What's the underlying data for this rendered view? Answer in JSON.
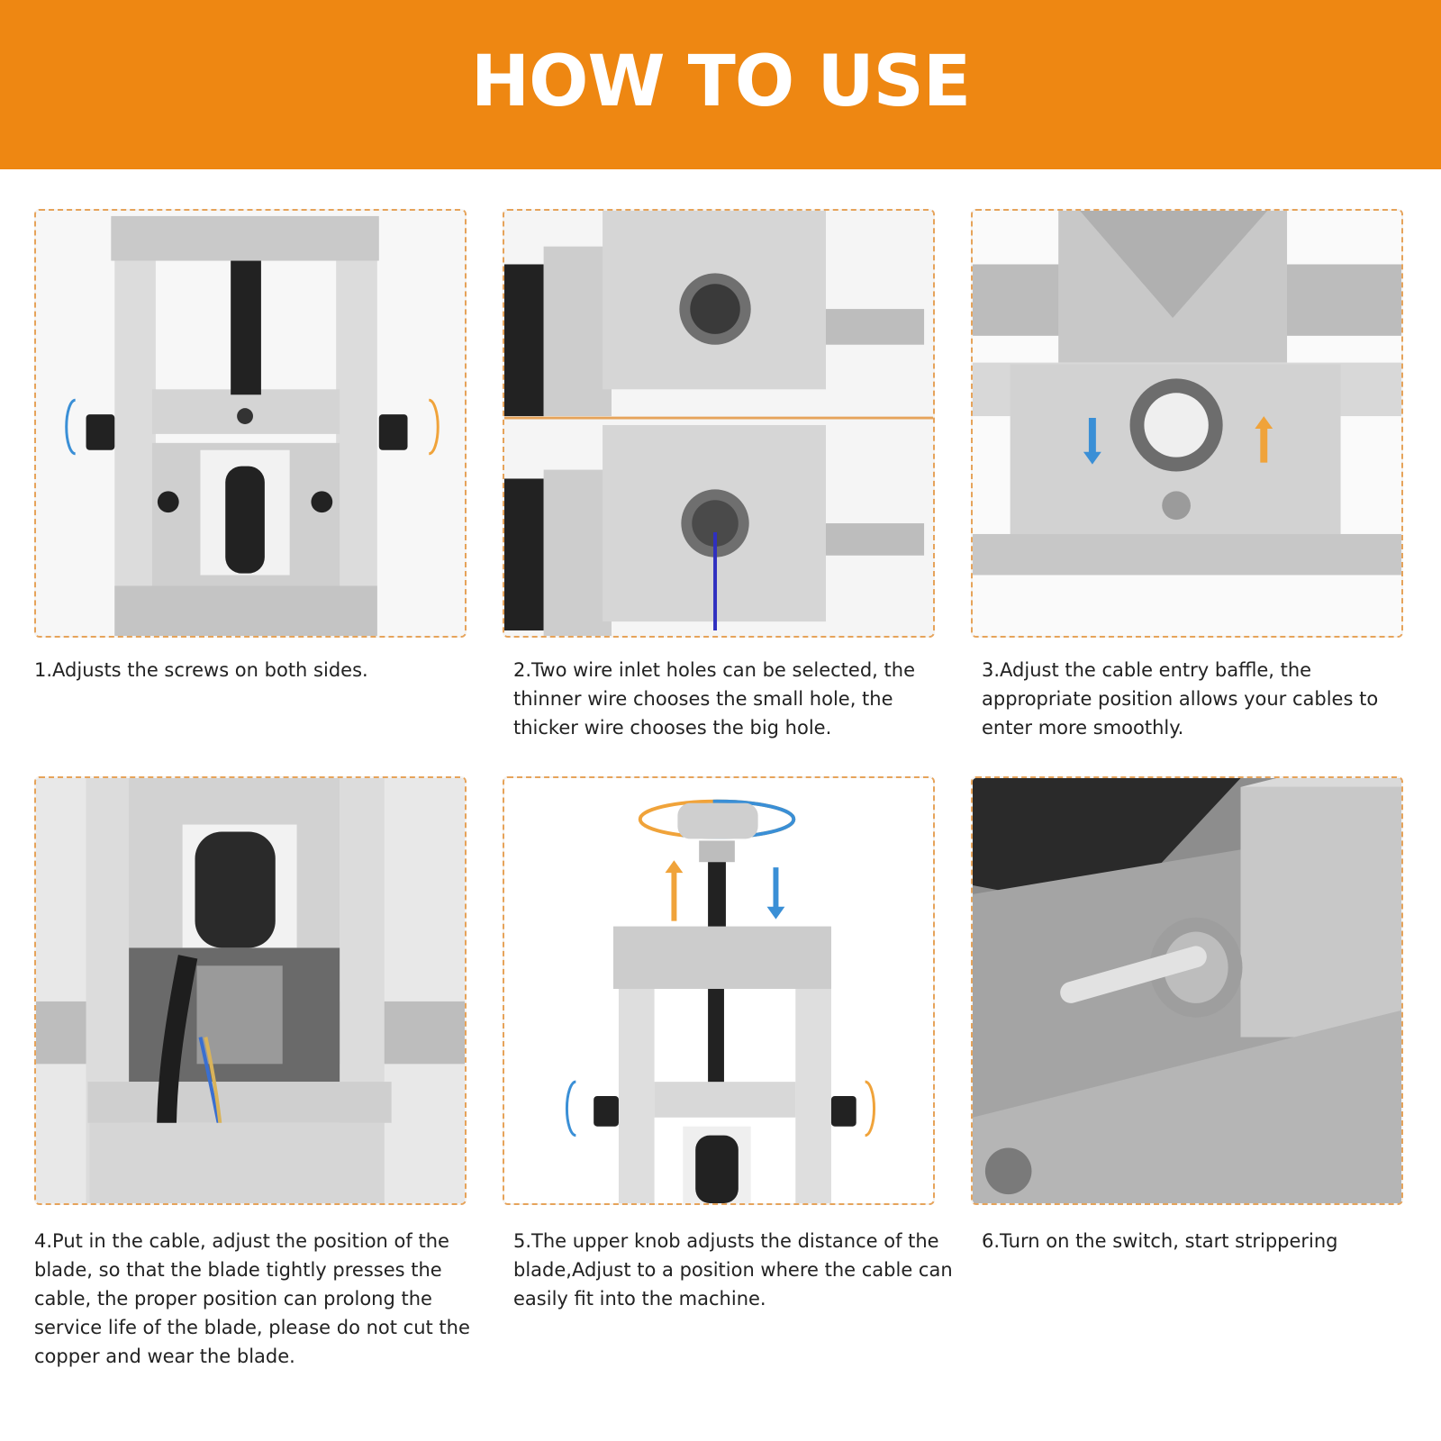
{
  "banner": {
    "title": "HOW TO USE"
  },
  "steps": [
    {
      "caption": "1.Adjusts the screws on both sides."
    },
    {
      "caption": "2.Two wire inlet holes can be selected, the thinner wire chooses the small hole, the thicker wire chooses the big hole."
    },
    {
      "caption": "3.Adjust the cable entry baffle, the appropriate position allows your cables to enter more smoothly."
    },
    {
      "caption": "4.Put in the cable, adjust the position of the blade, so that the blade tightly presses the cable, the proper position can prolong the service life of the blade, please do not cut the copper and wear the blade."
    },
    {
      "caption": "5.The upper knob adjusts the distance of the blade,Adjust to a position where the cable can easily fit into the machine."
    },
    {
      "caption": "6.Turn on the switch, start strippering"
    }
  ],
  "colors": {
    "banner": "#ee8712",
    "panel_border": "#e6a35a",
    "arrow_blue": "#3a8fd6",
    "arrow_orange": "#f0a33a"
  }
}
